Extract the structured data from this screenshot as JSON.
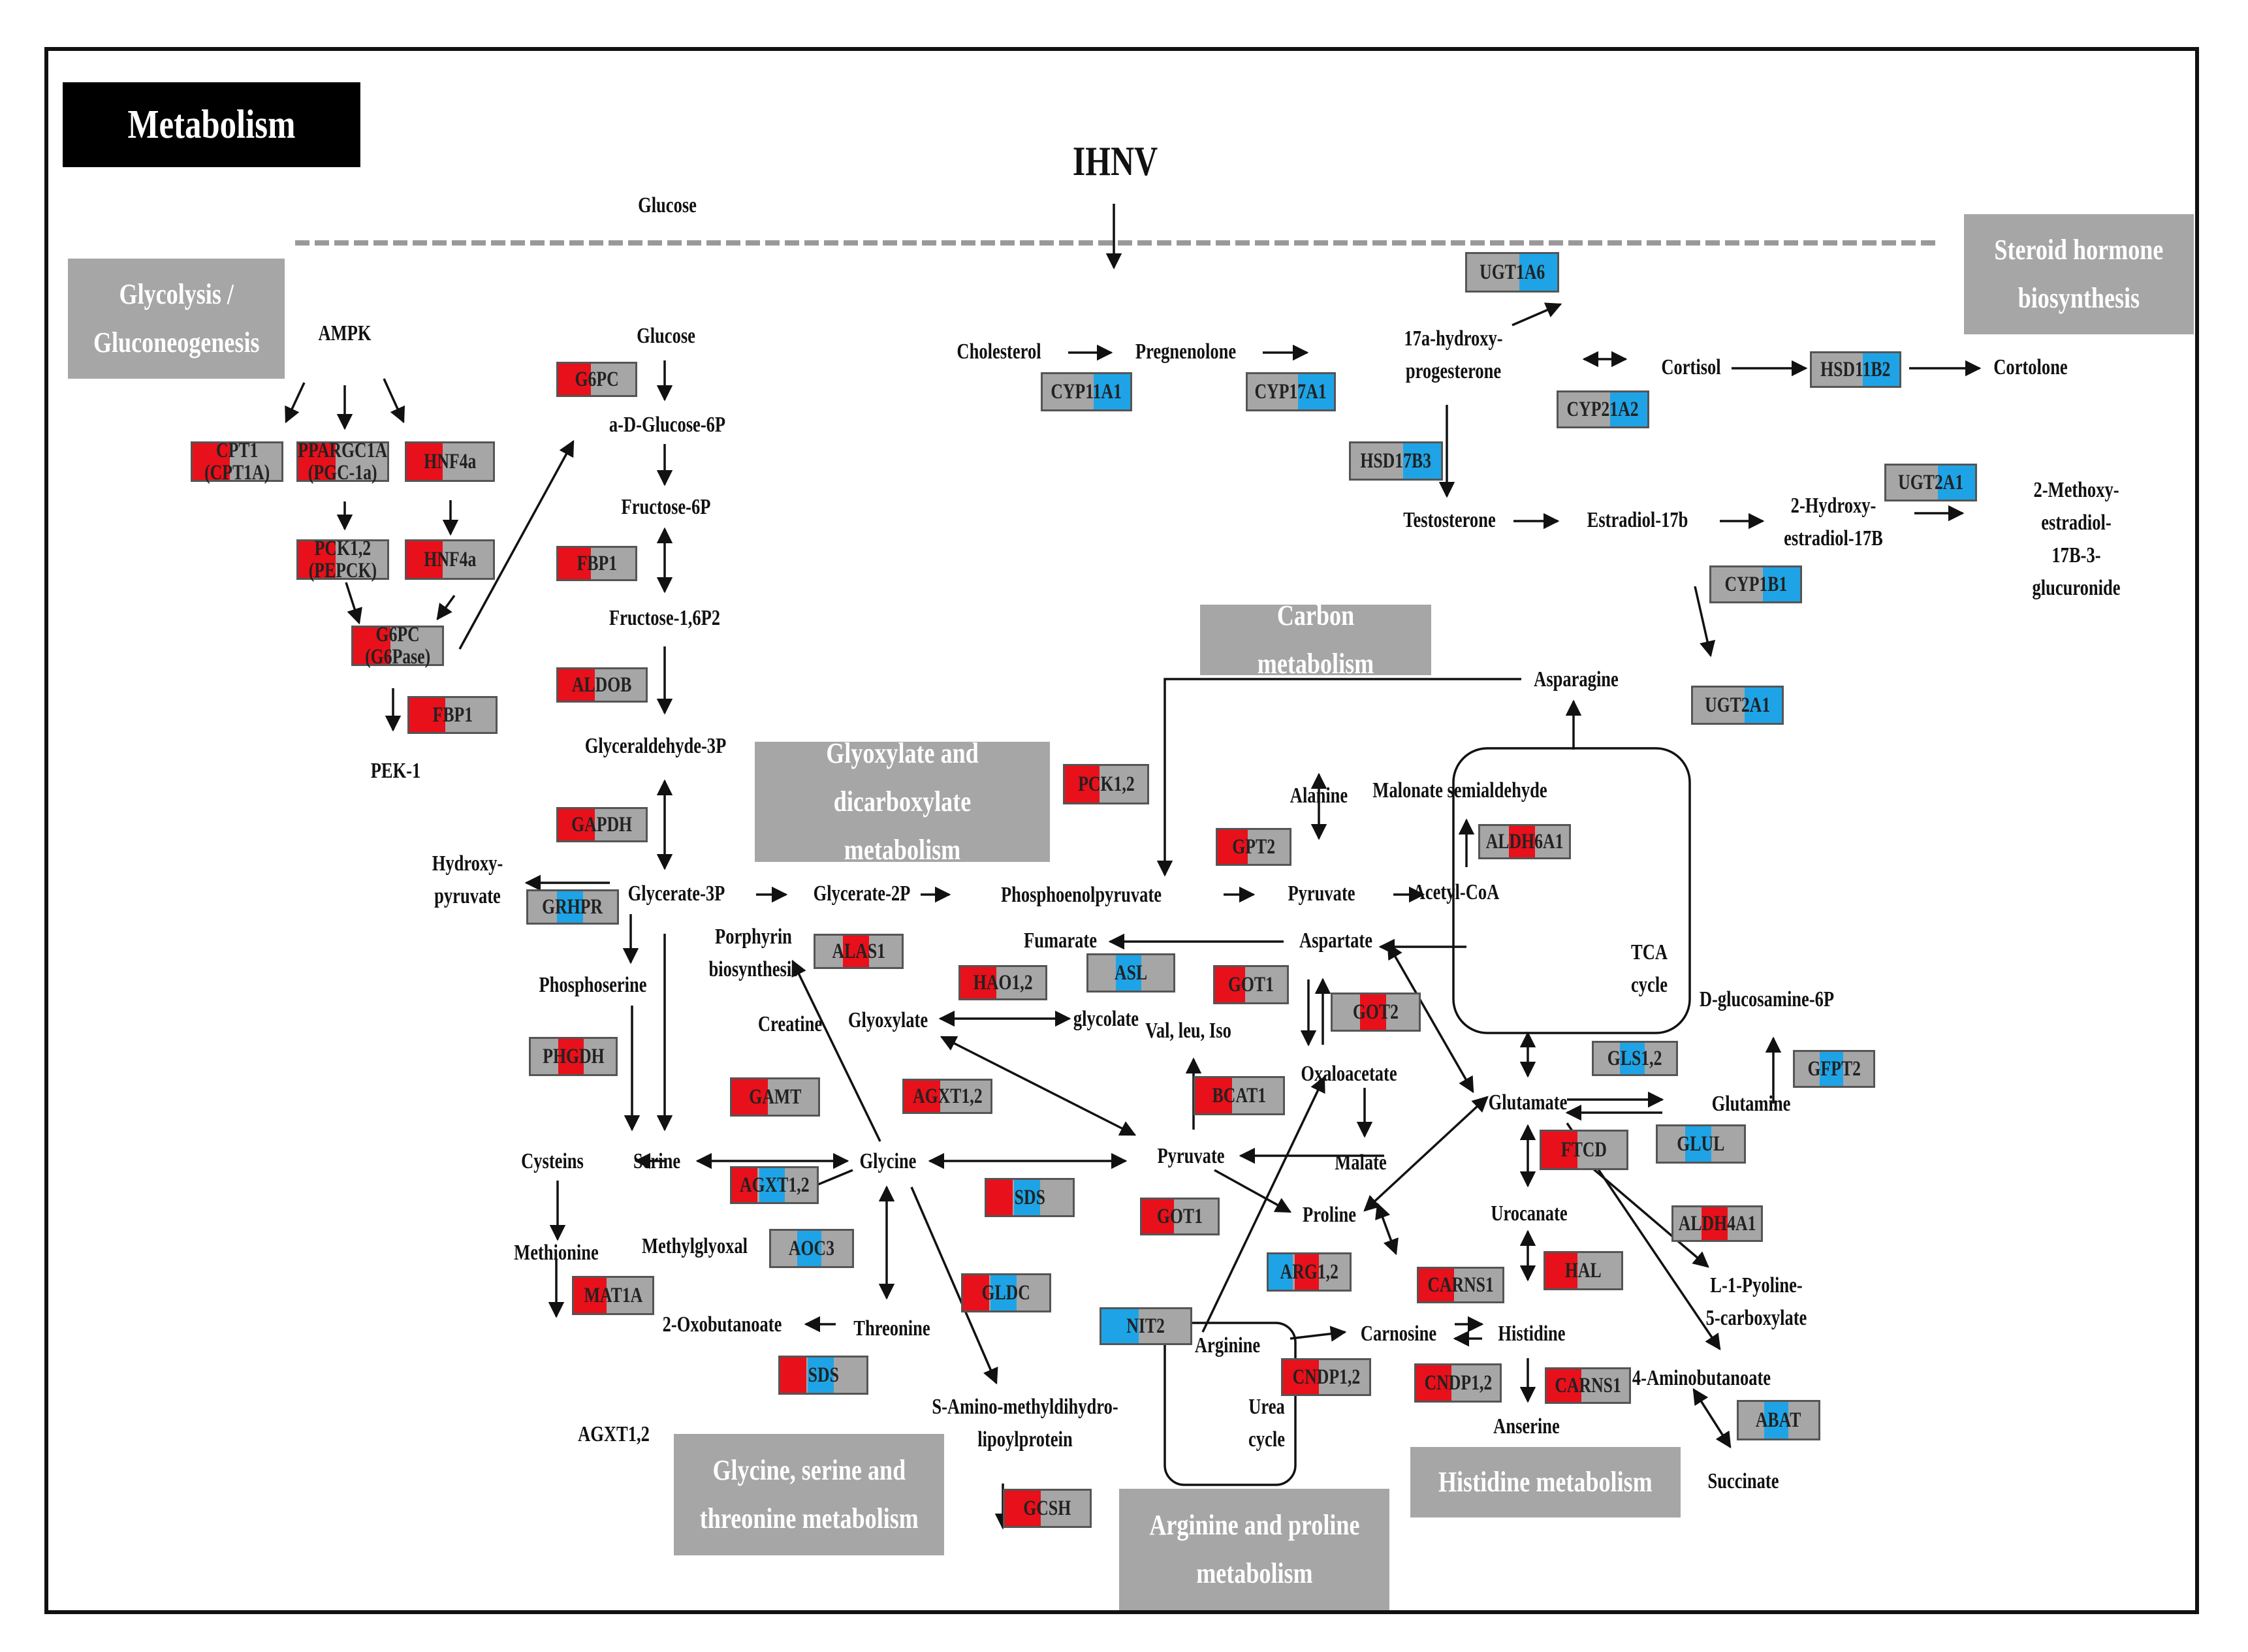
{
  "header": {
    "title": "Metabolism",
    "trigger": "IHNV",
    "extracellular": "Glucose"
  },
  "colors": {
    "up": "#e8101a",
    "down": "#1ea4e6",
    "neutral": "#a6a6a6",
    "section_text": "#ffffff"
  },
  "sections": {
    "glycolysis": "Glycolysis /\nGluconeogenesis",
    "steroid": "Steroid hormone\nbiosynthesis",
    "carbon": "Carbon metabolism",
    "glyoxylate": "Glyoxylate and\ndicarboxylate metabolism",
    "glycine": "Glycine, serine and\nthreonine metabolism",
    "arginine": "Arginine and proline\nmetabolism",
    "histidine": "Histidine metabolism"
  },
  "metabolites": {
    "ampk": "AMPK",
    "pek1": "PEK-1",
    "glucose": "Glucose",
    "adglc6p": "a-D-Glucose-6P",
    "fru6p": "Fructose-6P",
    "fru16p2": "Fructose-1,6P2",
    "gap": "Glyceraldehyde-3P",
    "g3p": "Glycerate-3P",
    "g2p": "Glycerate-2P",
    "pep": "Phosphoenolpyruvate",
    "pyr1": "Pyruvate",
    "hydroxypyr": "Hydroxy-\npyruvate",
    "phosphoserine": "Phosphoserine",
    "serine": "Serine",
    "cysteins": "Cysteins",
    "methionine": "Methionine",
    "glycine": "Glycine",
    "creatine": "Creatine",
    "glyoxylate": "Glyoxylate",
    "glycolate": "glycolate",
    "porphyrin": "Porphyrin\nbiosynthesis",
    "methylglyoxal": "Methylglyoxal",
    "oxobut": "2-Oxobutanoate",
    "threonine": "Threonine",
    "samdl": "S-Amino-methyldihydro-\nlipoylprotein",
    "agxt_lbl": "AGXT1,2",
    "cholesterol": "Cholesterol",
    "pregnenolone": "Pregnenolone",
    "hydroxyprog": "17a-hydroxy-\nprogesterone",
    "cortisol": "Cortisol",
    "cortolone": "Cortolone",
    "testosterone": "Testosterone",
    "estradiol": "Estradiol-17b",
    "hydroxyestradiol": "2-Hydroxy-\nestradiol-17B",
    "methoxyestradiol": "2-Methoxy-estradiol-\n17B-3-glucuronide",
    "asparagine": "Asparagine",
    "alanine": "Alanine",
    "malonate": "Malonate semialdehyde",
    "acetylcoa": "Acetyl-CoA",
    "fumarate": "Fumarate",
    "aspartate": "Aspartate",
    "tca": "TCA\ncycle",
    "vli": "Val, leu, Iso",
    "oxaloacetate": "Oxaloacetate",
    "malate": "Malate",
    "pyr2": "Pyruvate",
    "proline": "Proline",
    "arginine": "Arginine",
    "urea": "Urea\ncycle",
    "carnosine": "Carnosine",
    "histidine": "Histidine",
    "anserine": "Anserine",
    "glutamate": "Glutamate",
    "glutamine": "Glutamine",
    "dglcn6p": "D-glucosamine-6P",
    "urocanate": "Urocanate",
    "pyrroline": "L-1-Pyoline-\n5-carboxylate",
    "aminobut": "4-Aminobutanoate",
    "succinate": "Succinate"
  },
  "genes": {
    "cpt1": "CPT1\n(CPT1A)",
    "pparg": "PPARGC1A\n(PGC-1a)",
    "hnf4a_1": "HNF4a",
    "pck_l": "PCK1,2\n(PEPCK)",
    "hnf4a_2": "HNF4a",
    "g6pc_l": "G6PC\n(G6Pase)",
    "fbp1_l": "FBP1",
    "g6pc": "G6PC",
    "fbp1": "FBP1",
    "aldob": "ALDOB",
    "gapdh": "GAPDH",
    "grhpr": "GRHPR",
    "phgdh": "PHGDH",
    "alas1": "ALAS1",
    "hao": "HAO1,2",
    "gamt": "GAMT",
    "agxt_a": "AGXT1,2",
    "agxt_b": "AGXT1,2",
    "aoc3": "AOC3",
    "sds_a": "SDS",
    "sds_b": "SDS",
    "gldc": "GLDC",
    "gcsh": "GCSH",
    "mat1a": "MAT1A",
    "pck_c": "PCK1,2",
    "gpt2": "GPT2",
    "asl": "ASL",
    "got1_a": "GOT1",
    "got2": "GOT2",
    "bcat1": "BCAT1",
    "got1_b": "GOT1",
    "arg": "ARG1,2",
    "nit2": "NIT2",
    "aldh6a1": "ALDH6A1",
    "gls": "GLS1,2",
    "gfpt2": "GFPT2",
    "glul": "GLUL",
    "ftcd": "FTCD",
    "aldh4a1": "ALDH4A1",
    "hal": "HAL",
    "carns1_a": "CARNS1",
    "carns1_b": "CARNS1",
    "cndp_a": "CNDP1,2",
    "cndp_b": "CNDP1,2",
    "abat": "ABAT",
    "ugt1a6": "UGT1A6",
    "cyp11a1": "CYP11A1",
    "cyp17a1": "CYP17A1",
    "cyp21a2": "CYP21A2",
    "hsd11b2": "HSD11B2",
    "hsd17b3": "HSD17B3",
    "ugt2a1_a": "UGT2A1",
    "cyp1b1": "CYP1B1",
    "ugt2a1_b": "UGT2A1"
  }
}
